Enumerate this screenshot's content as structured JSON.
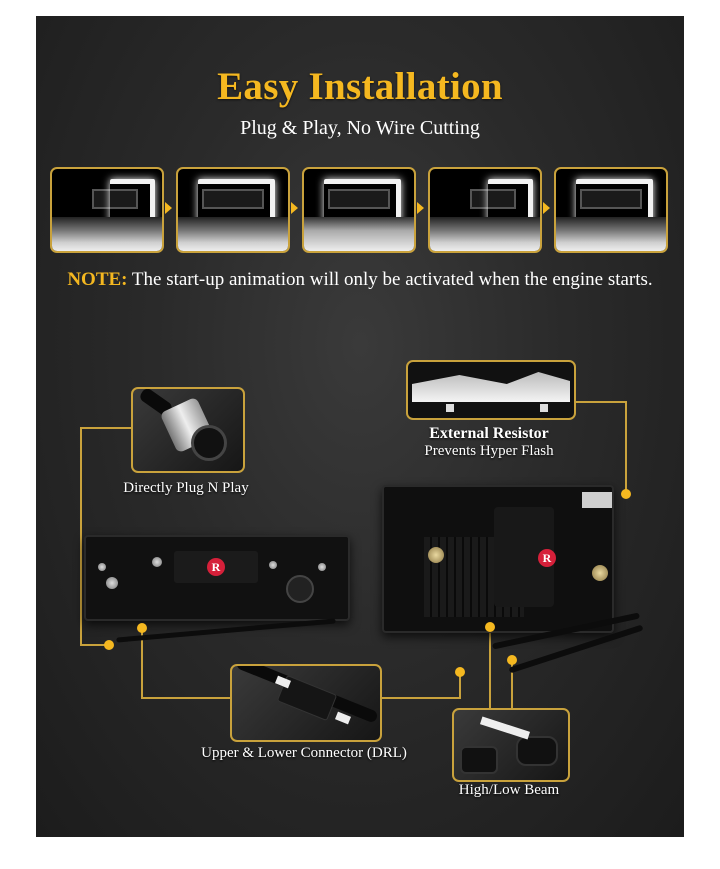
{
  "header": {
    "title": "Easy Installation",
    "subtitle": "Plug & Play, No Wire Cutting"
  },
  "animation_sequence": {
    "frames": [
      {
        "index": 1,
        "state": "partial-light"
      },
      {
        "index": 2,
        "state": "full-light"
      },
      {
        "index": 3,
        "state": "full-light-bright"
      },
      {
        "index": 4,
        "state": "partial-light"
      },
      {
        "index": 5,
        "state": "full-light"
      }
    ],
    "arrow_icon": "chevron-right-icon"
  },
  "note": {
    "label": "NOTE:",
    "text": " The start-up animation will only be activated when the engine starts."
  },
  "callouts": {
    "bulb": {
      "caption": "Directly Plug N Play"
    },
    "resistor": {
      "title": "External Resistor",
      "caption": "Prevents Hyper Flash"
    },
    "drl": {
      "caption": "Upper & Lower Connector (DRL)"
    },
    "beam": {
      "caption": "High/Low Beam"
    }
  },
  "badges": {
    "logo_letter": "R"
  },
  "colors": {
    "accent_gold": "#f5b820",
    "border_gold": "#c9a23c",
    "background": "#2a2a2a",
    "text": "#ffffff",
    "logo_red": "#d6203a"
  }
}
